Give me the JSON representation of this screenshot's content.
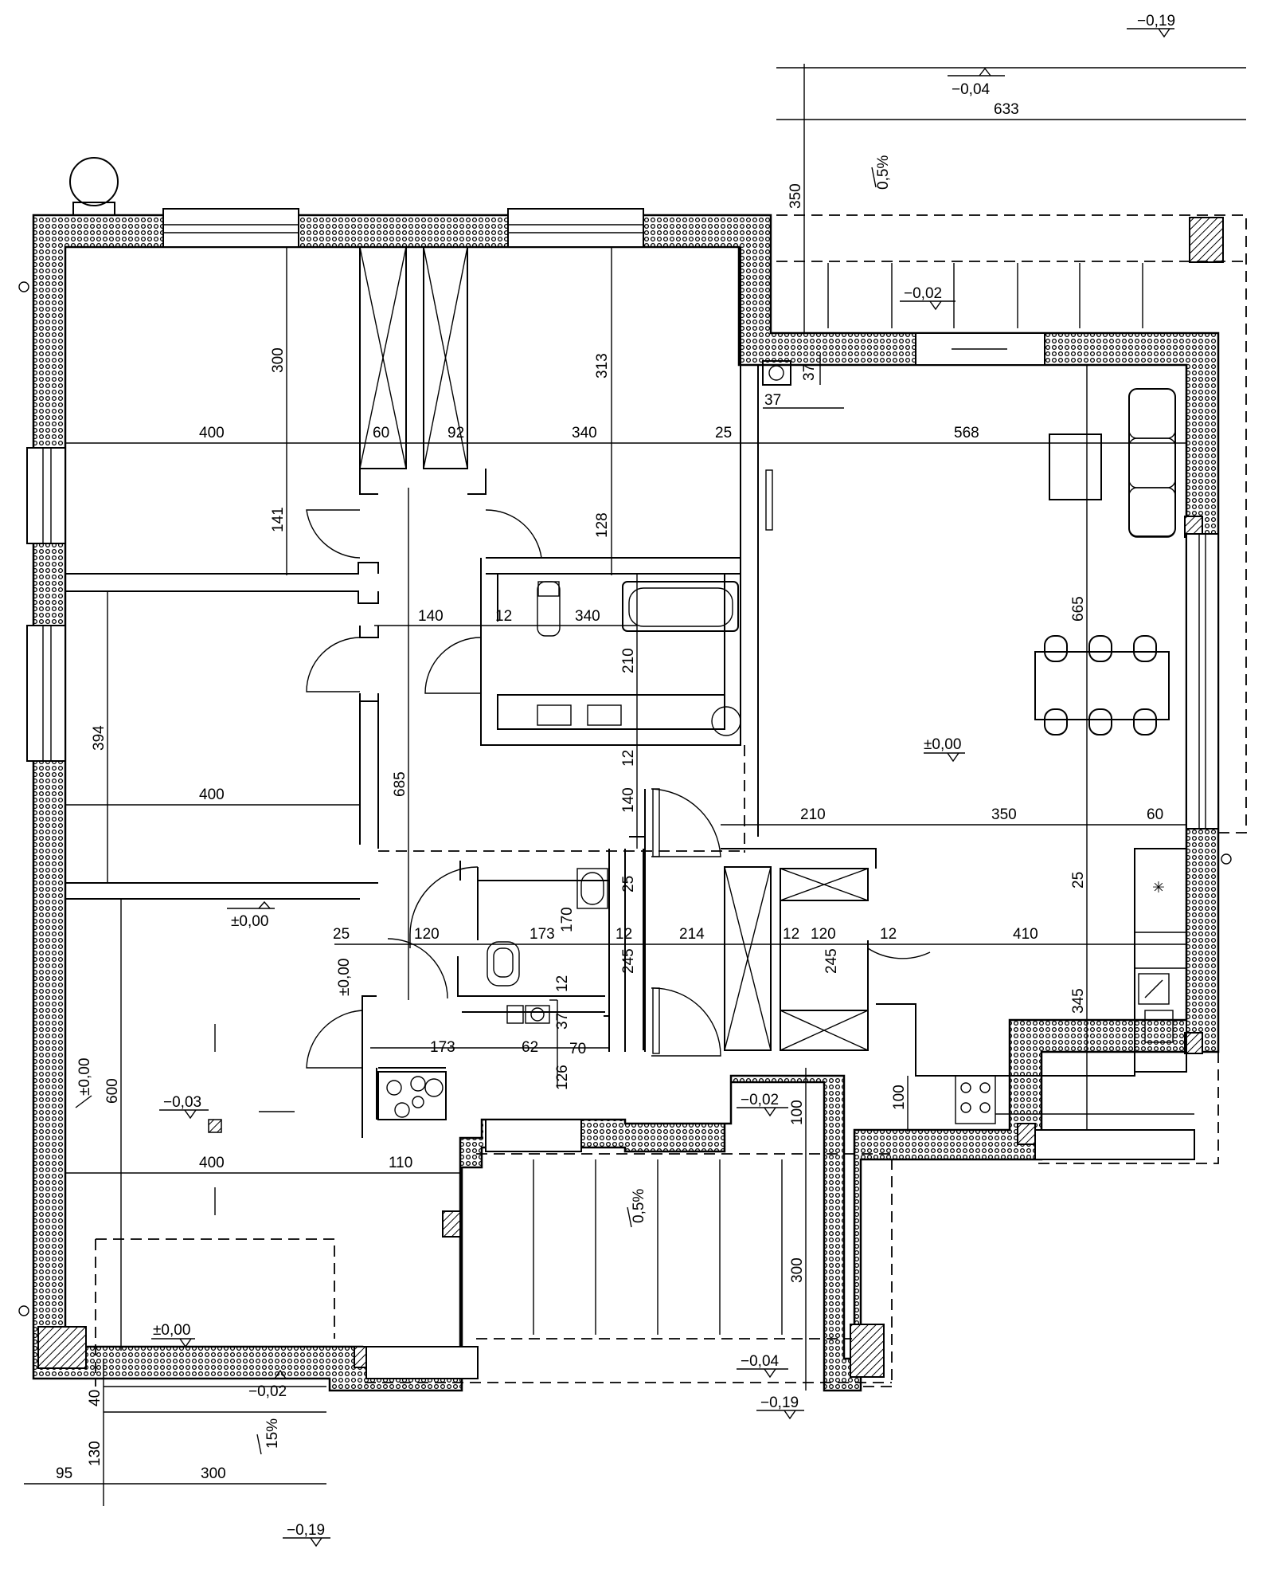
{
  "levels": {
    "top_right": "−0,19",
    "terrace_top": "−0,04",
    "terrace_mid": "−0,02",
    "living": "±0,00",
    "bedroom_low": "±0,00",
    "hall": "±0,00",
    "left_room": "±0,00",
    "left_room_spot": "−0,03",
    "entrance": "±0,00",
    "entrance_step": "−0,02",
    "porch_top": "−0,02",
    "porch_bottom": "−0,04",
    "porch_outer": "−0,19",
    "bottom": "−0,19"
  },
  "slopes": {
    "terrace": "0,5%",
    "porch": "0,5%",
    "ramp": "15%"
  },
  "dimensions": {
    "d633": "633",
    "d350": "350",
    "d300a": "300",
    "d313": "313",
    "d400a": "400",
    "d60a": "60",
    "d92": "92",
    "d340a": "340",
    "d25a": "25",
    "d568": "568",
    "d37a": "37",
    "d37b": "37",
    "d141": "141",
    "d128": "128",
    "d140a": "140",
    "d12a": "12",
    "d340b": "340",
    "d210a": "210",
    "d665": "665",
    "d394": "394",
    "d400b": "400",
    "d685": "685",
    "d12b": "12",
    "d140b": "140",
    "d210b": "210",
    "d350b": "350",
    "d60b": "60",
    "d25b": "25",
    "d25c": "25",
    "d25d": "25",
    "d120a": "120",
    "d173a": "173",
    "d170": "170",
    "d12c": "12",
    "d214": "214",
    "d12d": "12",
    "d120b": "120",
    "d12e": "12",
    "d410": "410",
    "d245a": "245",
    "d245b": "245",
    "d12f": "12",
    "d345": "345",
    "d37c": "37",
    "d173b": "173",
    "d62": "62",
    "d70": "70",
    "d126": "126",
    "d100a": "100",
    "d100b": "100",
    "d600": "600",
    "d400c": "400",
    "d110": "110",
    "d300b": "300",
    "d40": "40",
    "d130": "130",
    "d95": "95",
    "d300c": "300"
  }
}
